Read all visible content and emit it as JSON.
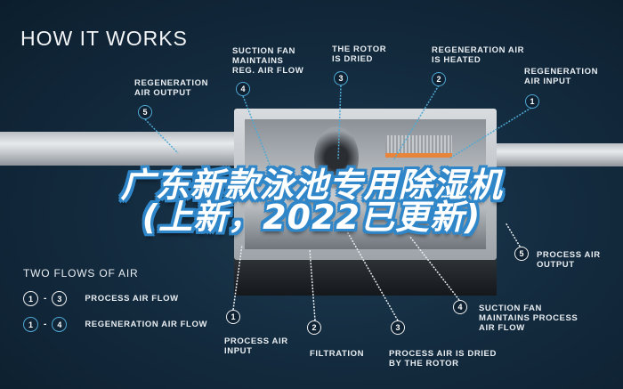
{
  "header": {
    "title": "HOW IT WORKS"
  },
  "top_callouts": [
    {
      "num": "5",
      "label": "REGENERATION\nAIR OUTPUT"
    },
    {
      "num": "4",
      "label": "SUCTION FAN\nMAINTAINS\nREG. AIR FLOW"
    },
    {
      "num": "3",
      "label": "THE ROTOR\nIS DRIED"
    },
    {
      "num": "2",
      "label": "REGENERATION AIR\nIS HEATED"
    },
    {
      "num": "1",
      "label": "REGENERATION\nAIR INPUT"
    }
  ],
  "bottom_callouts": [
    {
      "num": "1",
      "label": "PROCESS AIR\nINPUT"
    },
    {
      "num": "2",
      "label": "FILTRATION"
    },
    {
      "num": "3",
      "label": "PROCESS AIR IS DRIED\nBY THE ROTOR"
    },
    {
      "num": "4",
      "label": "SUCTION FAN\nMAINTAINS PROCESS\nAIR FLOW"
    },
    {
      "num": "5",
      "label": "PROCESS AIR\nOUTPUT"
    }
  ],
  "legend": {
    "title": "TWO FLOWS OF AIR",
    "rows": [
      {
        "from": "1",
        "to": "3",
        "label": "PROCESS AIR FLOW",
        "color": "#f0f0f0"
      },
      {
        "from": "1",
        "to": "4",
        "label": "REGENERATION AIR FLOW",
        "color": "#4fa9d4"
      }
    ]
  },
  "banner": {
    "line1": "广东新款泳池专用除湿机",
    "line2": "(上新，2022已更新)"
  },
  "colors": {
    "background": "#0f2233",
    "regen_accent": "#4fa9d4",
    "process_accent": "#f0f0f0",
    "banner_outline": "#2f86c8"
  }
}
